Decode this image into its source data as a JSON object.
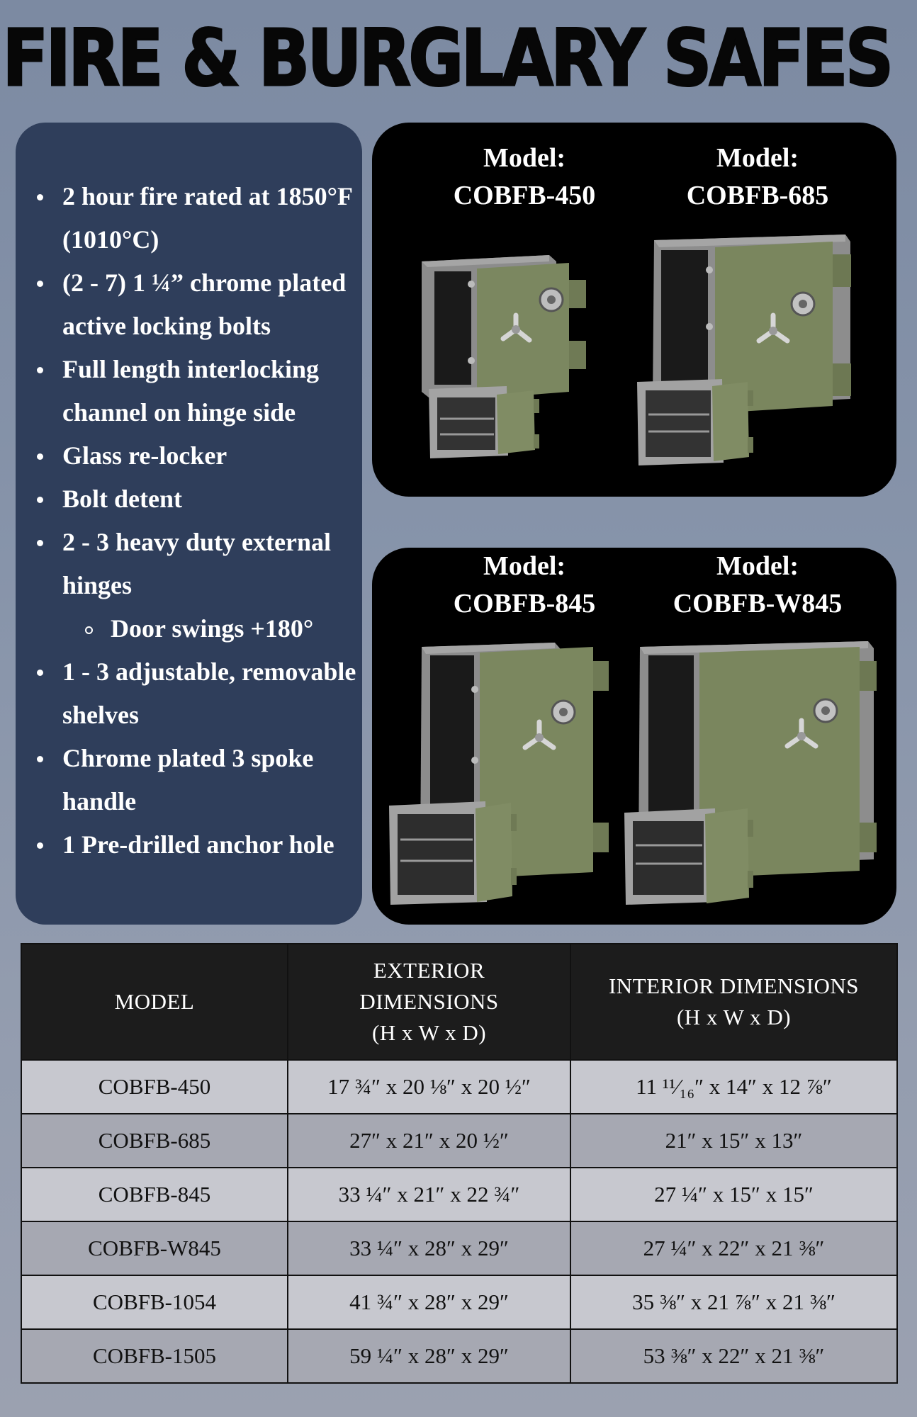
{
  "page": {
    "title": "FIRE & BURGLARY SAFES"
  },
  "features": [
    {
      "text": "2 hour fire rated at 1850°F (1010°C)",
      "level": 1
    },
    {
      "text": "(2 - 7) 1 ¼” chrome plated active locking bolts",
      "level": 1
    },
    {
      "text": "Full length interlocking channel on hinge side",
      "level": 1
    },
    {
      "text": "Glass re-locker",
      "level": 1
    },
    {
      "text": "Bolt detent",
      "level": 1
    },
    {
      "text": "2 - 3 heavy duty external hinges",
      "level": 1
    },
    {
      "text": "Door swings  +180°",
      "level": 2
    },
    {
      "text": "1 - 3 adjustable, removable shelves",
      "level": 1
    },
    {
      "text": "Chrome plated 3 spoke handle",
      "level": 1
    },
    {
      "text": "1 Pre-drilled anchor hole",
      "level": 1
    }
  ],
  "panels": [
    {
      "models": [
        {
          "label": "Model:",
          "name": "COBFB-450"
        },
        {
          "label": "Model:",
          "name": "COBFB-685"
        }
      ]
    },
    {
      "models": [
        {
          "label": "Model:",
          "name": "COBFB-845"
        },
        {
          "label": "Model:",
          "name": "COBFB-W845"
        }
      ]
    }
  ],
  "table": {
    "headers": {
      "model": "MODEL",
      "exterior_line1": "EXTERIOR",
      "exterior_line2": "DIMENSIONS",
      "exterior_line3": "(H x W x D)",
      "interior_line1": "INTERIOR DIMENSIONS",
      "interior_line2": "(H x W x D)"
    },
    "rows": [
      {
        "model": "COBFB-450",
        "exterior": "17 ¾″ x 20 ⅛″ x 20 ½″",
        "interior": "11 ¹¹⁄₁₆″ x 14″ x 12 ⅞″"
      },
      {
        "model": "COBFB-685",
        "exterior": "27″ x 21″ x 20 ½″",
        "interior": "21″ x 15″ x 13″"
      },
      {
        "model": "COBFB-845",
        "exterior": "33 ¼″ x 21″ x 22 ¾″",
        "interior": "27 ¼″ x 15″ x 15″"
      },
      {
        "model": "COBFB-W845",
        "exterior": "33 ¼″ x 28″ x 29″",
        "interior": "27 ¼″ x 22″ x 21 ⅜″"
      },
      {
        "model": "COBFB-1054",
        "exterior": "41 ¾″ x 28″ x 29″",
        "interior": "35 ⅜″ x 21 ⅞″ x 21 ⅜″"
      },
      {
        "model": "COBFB-1505",
        "exterior": "59 ¼″ x 28″ x 29″",
        "interior": "53  ⅜″ x  22″ x 21 ⅜″"
      }
    ]
  },
  "colors": {
    "feature_panel": "#2f3e5b",
    "product_panel": "#000000",
    "safe_body": "#8e8e8e",
    "safe_door": "#7d8a60"
  }
}
